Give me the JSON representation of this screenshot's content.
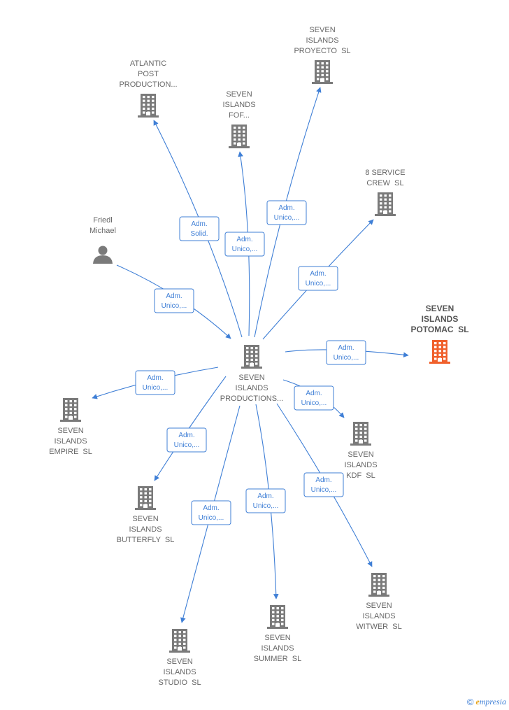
{
  "colors": {
    "building": "#7a7a7a",
    "highlight": "#f0602c",
    "person": "#7a7a7a",
    "edge": "#3f7fd6"
  },
  "nodes": [
    {
      "id": "center",
      "type": "company",
      "lines": [
        "SEVEN",
        "ISLANDS",
        "PRODUCTIONS..."
      ]
    },
    {
      "id": "atlantic",
      "type": "company",
      "lines": [
        "ATLANTIC",
        "POST",
        "PRODUCTION..."
      ]
    },
    {
      "id": "fof",
      "type": "company",
      "lines": [
        "SEVEN",
        "ISLANDS",
        "FOF..."
      ]
    },
    {
      "id": "proyecto",
      "type": "company",
      "lines": [
        "SEVEN",
        "ISLANDS",
        "PROYECTO  SL"
      ]
    },
    {
      "id": "crew",
      "type": "company",
      "lines": [
        "8 SERVICE",
        "CREW  SL"
      ]
    },
    {
      "id": "potomac",
      "type": "company",
      "highlight": true,
      "lines": [
        "SEVEN",
        "ISLANDS",
        "POTOMAC  SL"
      ]
    },
    {
      "id": "friedl",
      "type": "person",
      "lines": [
        "Friedl",
        "Michael"
      ]
    },
    {
      "id": "empire",
      "type": "company",
      "lines": [
        "SEVEN",
        "ISLANDS",
        "EMPIRE  SL"
      ]
    },
    {
      "id": "kdf",
      "type": "company",
      "lines": [
        "SEVEN",
        "ISLANDS",
        "KDF  SL"
      ]
    },
    {
      "id": "butterfly",
      "type": "company",
      "lines": [
        "SEVEN",
        "ISLANDS",
        "BUTTERFLY  SL"
      ]
    },
    {
      "id": "witwer",
      "type": "company",
      "lines": [
        "SEVEN",
        "ISLANDS",
        "WITWER  SL"
      ]
    },
    {
      "id": "summer",
      "type": "company",
      "lines": [
        "SEVEN",
        "ISLANDS",
        "SUMMER  SL"
      ]
    },
    {
      "id": "studio",
      "type": "company",
      "lines": [
        "SEVEN",
        "ISLANDS",
        "STUDIO  SL"
      ]
    }
  ],
  "edges": [
    {
      "from": "center",
      "to": "atlantic",
      "label": [
        "Adm.",
        "Solid."
      ]
    },
    {
      "from": "center",
      "to": "fof",
      "label": [
        "Adm.",
        "Unico,..."
      ]
    },
    {
      "from": "center",
      "to": "proyecto",
      "label": [
        "Adm.",
        "Unico,..."
      ]
    },
    {
      "from": "center",
      "to": "crew",
      "label": [
        "Adm.",
        "Unico,..."
      ]
    },
    {
      "from": "center",
      "to": "potomac",
      "label": [
        "Adm.",
        "Unico,..."
      ]
    },
    {
      "from": "friedl",
      "to": "center",
      "label": [
        "Adm.",
        "Unico,..."
      ]
    },
    {
      "from": "center",
      "to": "empire",
      "label": [
        "Adm.",
        "Unico,..."
      ]
    },
    {
      "from": "center",
      "to": "kdf",
      "label": [
        "Adm.",
        "Unico,..."
      ]
    },
    {
      "from": "center",
      "to": "butterfly",
      "label": [
        "Adm.",
        "Unico,..."
      ]
    },
    {
      "from": "center",
      "to": "witwer",
      "label": [
        "Adm.",
        "Unico,..."
      ]
    },
    {
      "from": "center",
      "to": "summer",
      "label": [
        "Adm.",
        "Unico,..."
      ]
    },
    {
      "from": "center",
      "to": "studio",
      "label": [
        "Adm.",
        "Unico,..."
      ]
    }
  ],
  "footer": {
    "copyright": "©",
    "brand_initial": "e",
    "brand_rest": "mpresia"
  }
}
